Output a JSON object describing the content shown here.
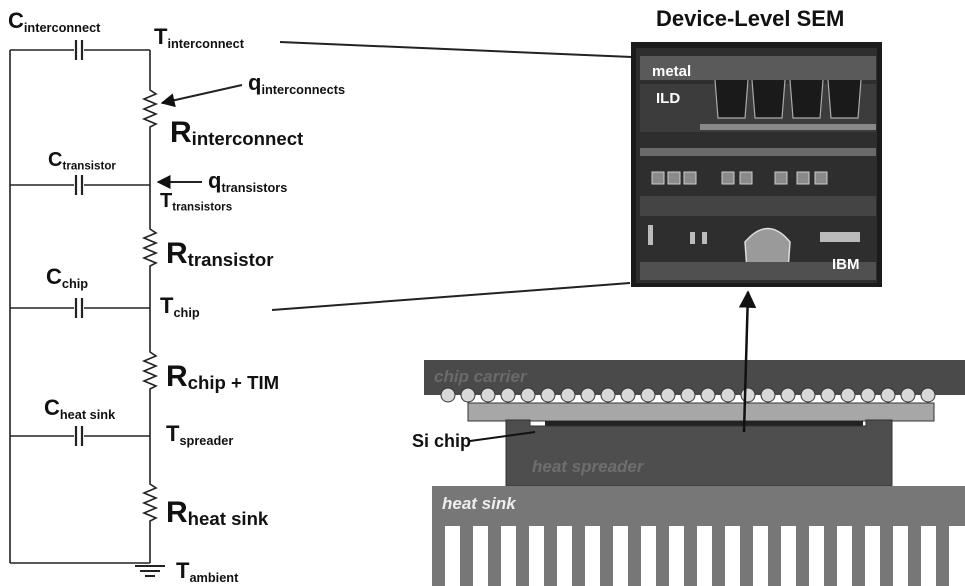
{
  "sem": {
    "title": "Device-Level SEM",
    "metal": "metal",
    "ild": "ILD",
    "ibm": "IBM"
  },
  "circuit": {
    "c_interconnect": "interconnect",
    "t_interconnect": "interconnect",
    "q_interconnects": "interconnects",
    "r_interconnect": "interconnect",
    "c_transistor": "transistor",
    "q_transistors": "transistors",
    "t_transistors": "transistors",
    "r_transistor": "transistor",
    "c_chip": "chip",
    "t_chip": "chip",
    "r_chip_tim": "chip + TIM",
    "c_heat_sink": "heat sink",
    "t_spreader": "spreader",
    "r_heat_sink": "heat sink",
    "t_ambient": "ambient"
  },
  "package": {
    "chip_carrier": "chip carrier",
    "si_chip": "Si chip",
    "heat_spreader": "heat spreader",
    "heat_sink": "heat sink"
  },
  "letters": {
    "c": "C",
    "t": "T",
    "q": "q",
    "r": "R"
  }
}
